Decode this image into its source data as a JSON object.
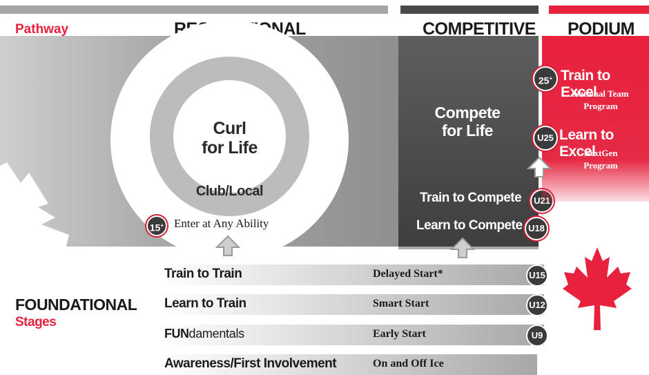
{
  "header": {
    "pathway": "Pathway",
    "recreational": "RECREATIONAL",
    "competitive": "COMPETITIVE",
    "podium": "PODIUM"
  },
  "recreational": {
    "center_line1": "Curl",
    "center_line2": "for Life",
    "club_label": "Club/Local",
    "entry_badge": "15",
    "entry_badge_sup": "+",
    "entry_text": "Enter at Any Ability"
  },
  "competitive": {
    "compete_line1": "Compete",
    "compete_line2": "for Life",
    "train_to_compete": "Train to Compete",
    "train_to_compete_badge": "U21",
    "learn_to_compete": "Learn to Compete",
    "learn_to_compete_badge": "U18"
  },
  "podium": {
    "train_to_excel_badge": "25",
    "train_to_excel_badge_sup": "+",
    "train_to_excel": "Train to Excel",
    "train_to_excel_sub1": "National Team",
    "train_to_excel_sub2": "Program",
    "learn_to_excel_badge": "U25",
    "learn_to_excel": "Learn to Excel",
    "learn_to_excel_sub1": "NextGen",
    "learn_to_excel_sub2": "Program"
  },
  "foundational": {
    "title": "FOUNDATIONAL",
    "subtitle": "Stages",
    "stages": [
      {
        "name": "Train to Train",
        "start": "Delayed Start*",
        "badge": "U15"
      },
      {
        "name": "Learn to Train",
        "start": "Smart Start",
        "badge": "U12"
      },
      {
        "name_bold": "FUN",
        "name_rest": "damentals",
        "start": "Early Start",
        "badge": "U9"
      },
      {
        "name": "Awareness/First Involvement",
        "start": "On and Off Ice",
        "badge": ""
      }
    ]
  },
  "colors": {
    "red": "#e8213d",
    "dark_grey": "#3e3e3e",
    "mid_grey": "#a9a9a9",
    "light_grey": "#bcbcbc"
  },
  "icons": [
    "maple-leaf-icon",
    "up-arrow-icon"
  ]
}
